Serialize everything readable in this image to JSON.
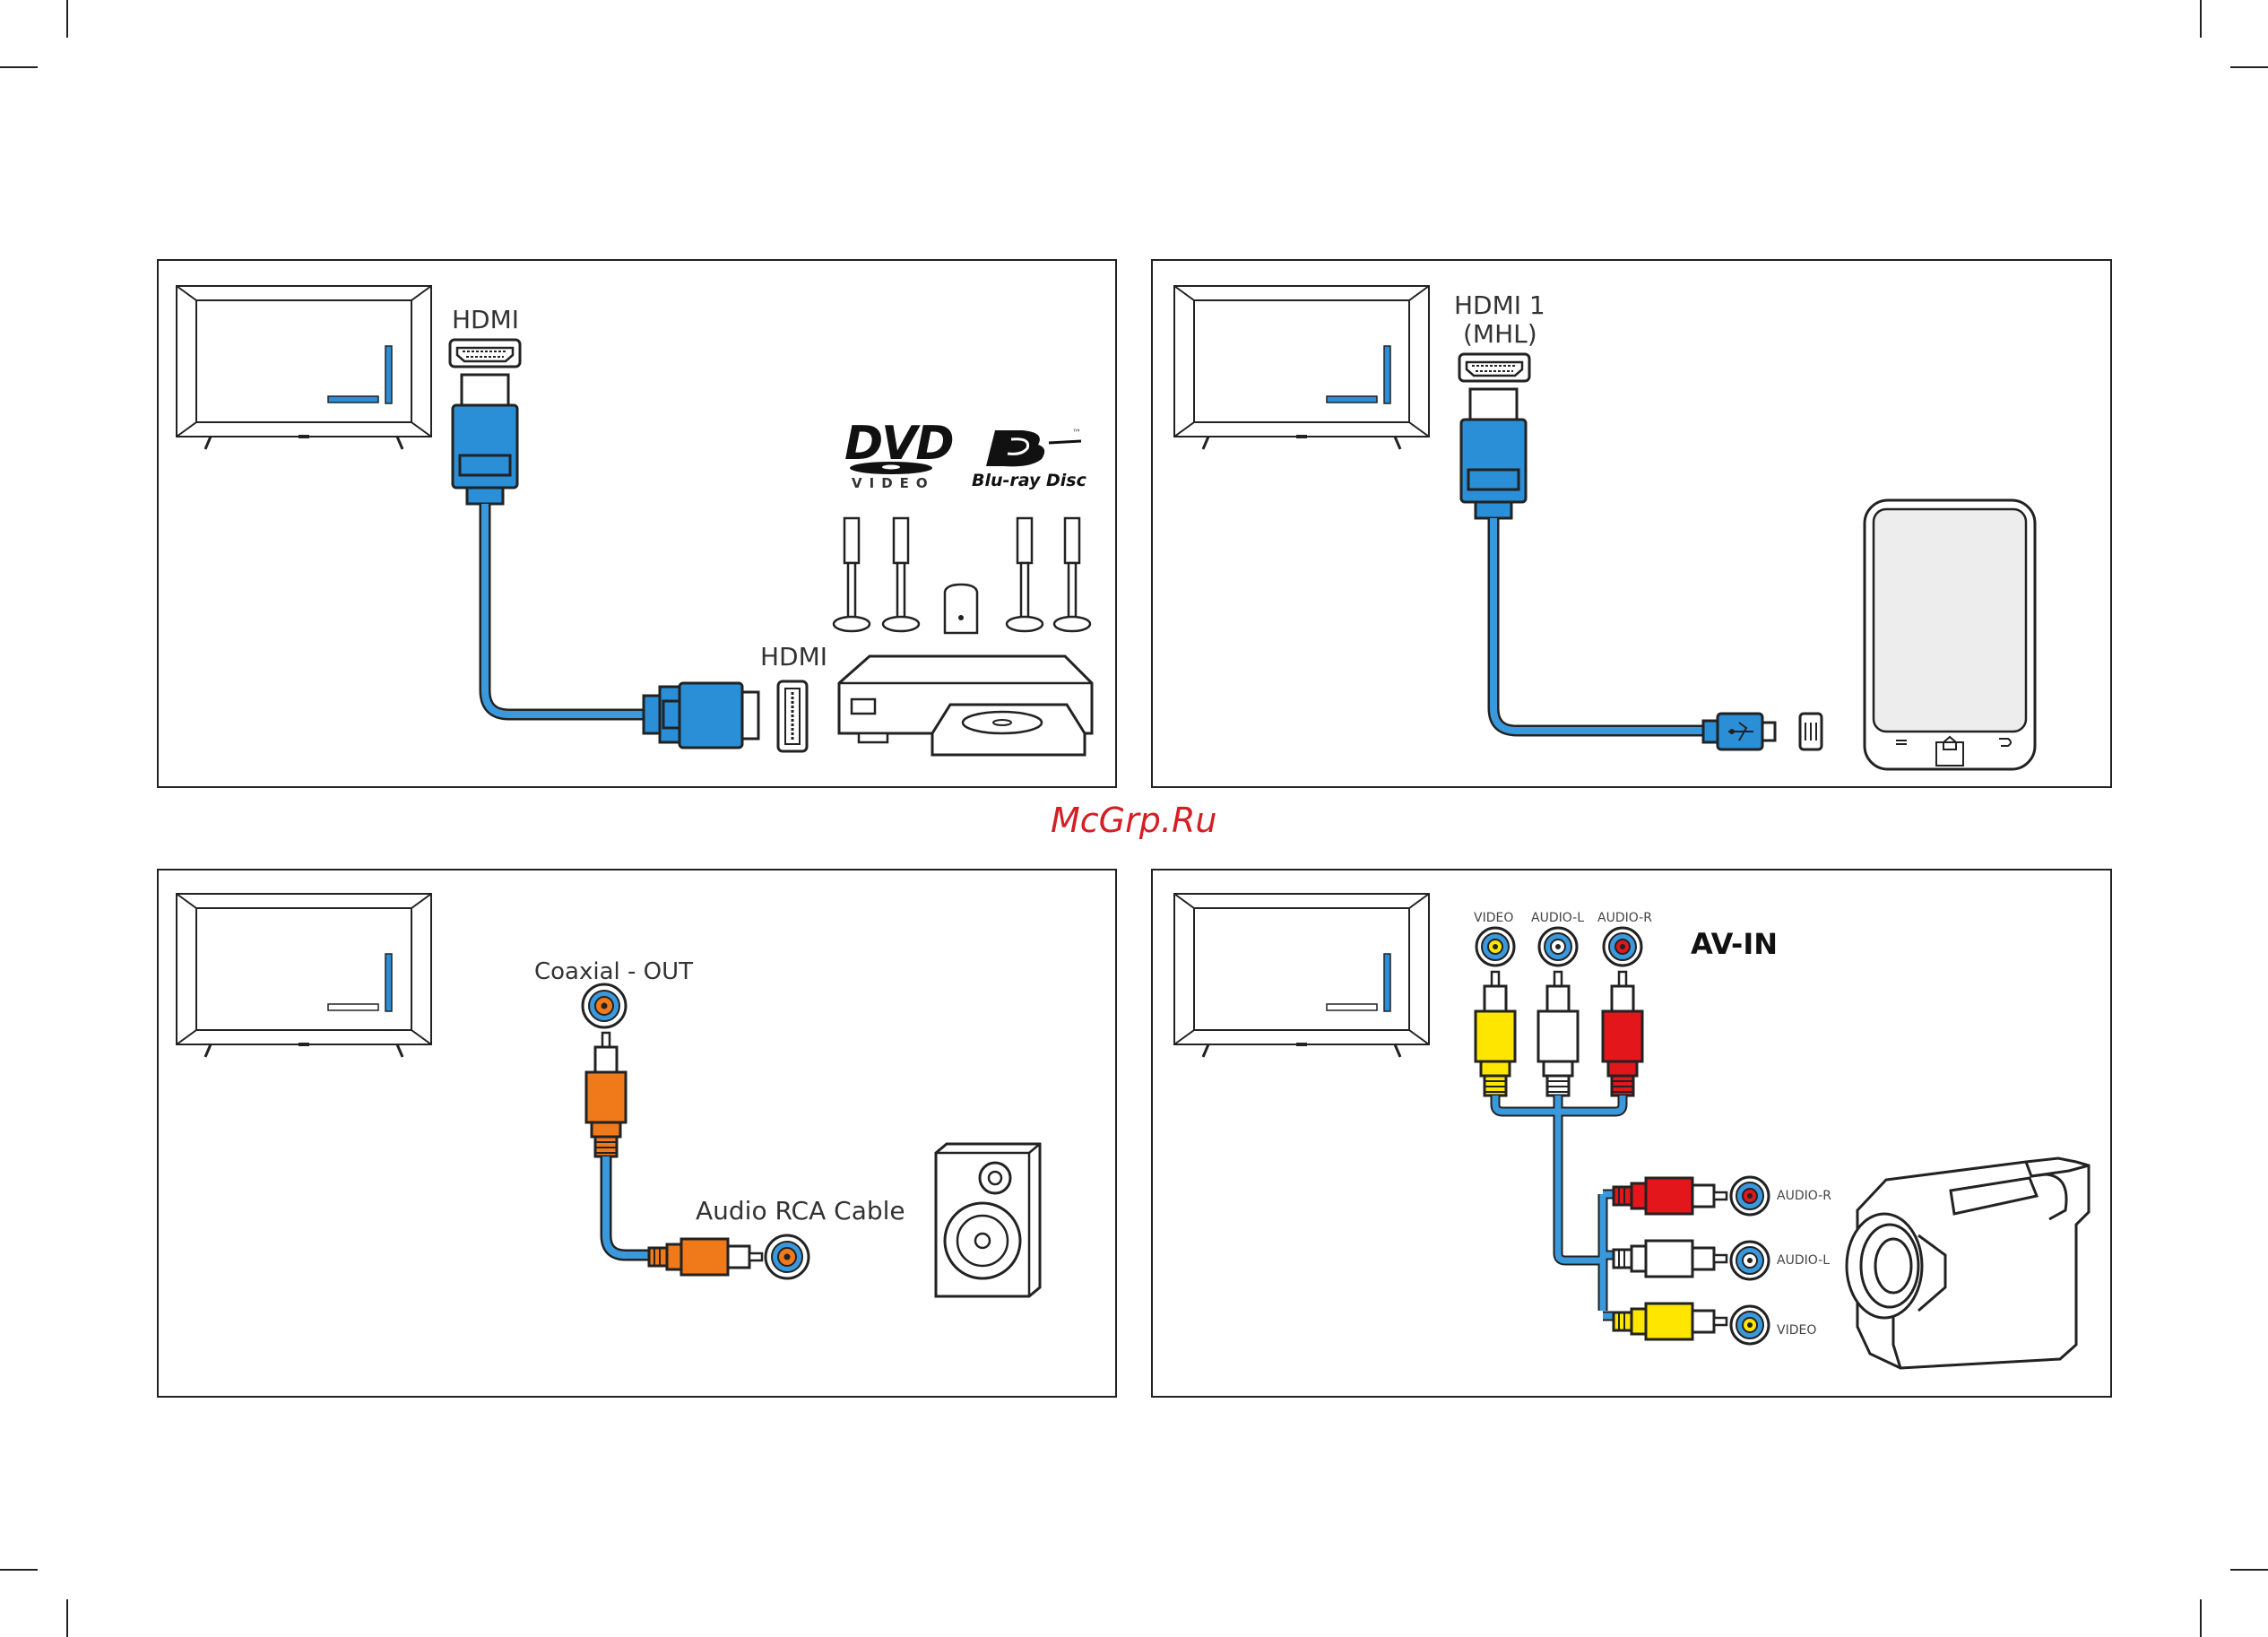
{
  "watermark": "McGrp.Ru",
  "colors": {
    "hdmi_blue": "#2a8fd6",
    "cable_blue": "#3a99dc",
    "rca_yellow": "#ffe600",
    "rca_red": "#e3161c",
    "rca_orange": "#f07a1a",
    "outline": "#222222"
  },
  "panel_hdmi": {
    "tv_port_label": "HDMI",
    "player_port_label": "HDMI",
    "dvd_logo_text": "DVD",
    "dvd_logo_sub": "VIDEO",
    "bluray_logo_text": "Blu-ray Disc",
    "bluray_tm": "™"
  },
  "panel_mhl": {
    "port_label_line1": "HDMI 1",
    "port_label_line2": "(MHL)"
  },
  "panel_coax": {
    "port_label": "Coaxial - OUT",
    "cable_label": "Audio RCA Cable"
  },
  "panel_av": {
    "tv_jack_labels": [
      "VIDEO",
      "AUDIO-L",
      "AUDIO-R"
    ],
    "title": "AV-IN",
    "camera_jack_labels": [
      "AUDIO-R",
      "AUDIO-L",
      "VIDEO"
    ]
  }
}
